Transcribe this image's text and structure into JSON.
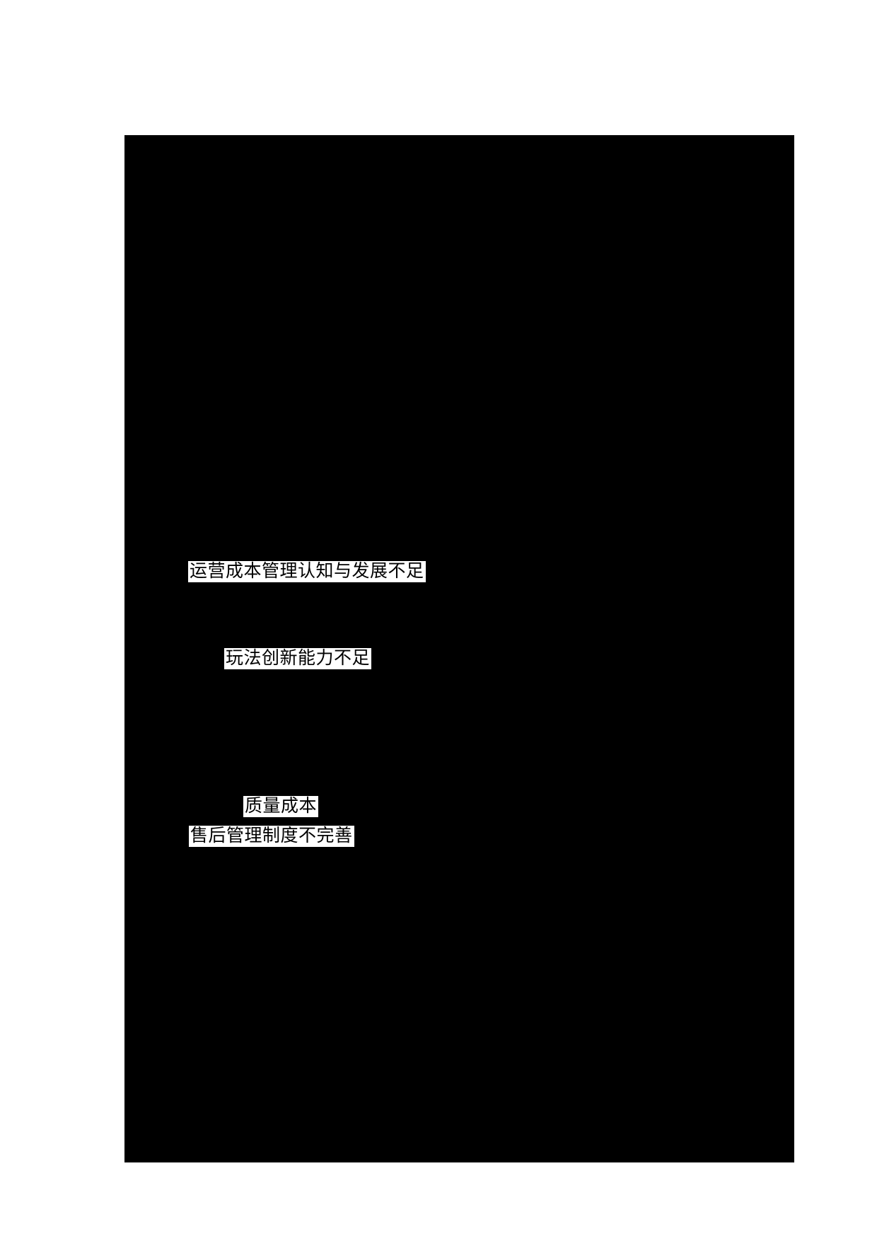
{
  "page": {
    "background_color": "#ffffff"
  },
  "figure": {
    "description": "large unrendered figure area shown as solid black block",
    "background_color": "#000000",
    "label_text_color": "#000000",
    "label_background_color": "#ffffff",
    "labels": [
      {
        "text": "运营成本管理认知与发展不足"
      },
      {
        "text": "玩法创新能力不足"
      },
      {
        "text": "质量成本"
      },
      {
        "text": "售后管理制度不完善"
      }
    ]
  }
}
